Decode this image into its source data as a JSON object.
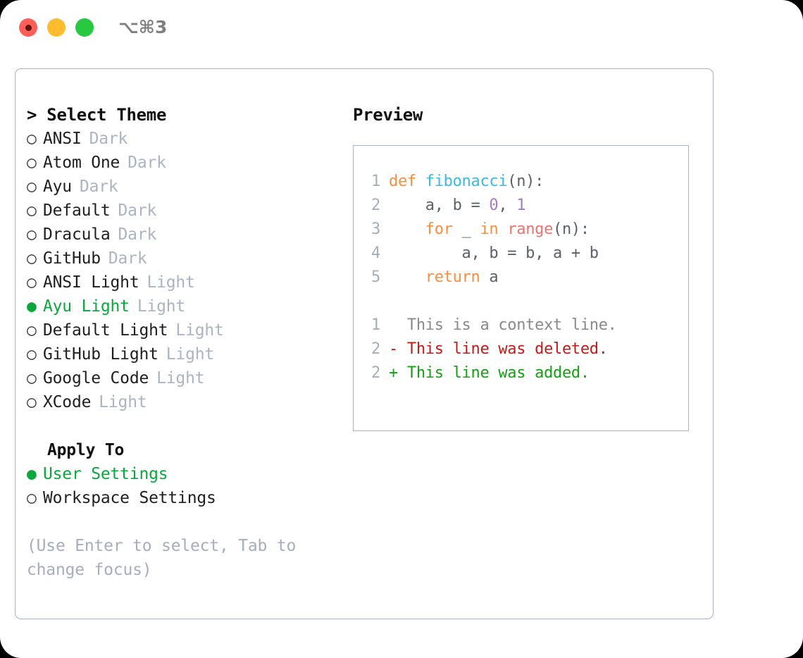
{
  "titlebar": {
    "shortcut": "⌥⌘3",
    "buttons": [
      {
        "name": "close",
        "color": "#ff5f57"
      },
      {
        "name": "minimize",
        "color": "#febc2e"
      },
      {
        "name": "maximize",
        "color": "#28c840"
      }
    ]
  },
  "left": {
    "title": "> Select Theme",
    "themes": [
      {
        "marker": "○",
        "name": "ANSI",
        "tag": "Dark",
        "selected": false
      },
      {
        "marker": "○",
        "name": "Atom One",
        "tag": "Dark",
        "selected": false
      },
      {
        "marker": "○",
        "name": "Ayu",
        "tag": "Dark",
        "selected": false
      },
      {
        "marker": "○",
        "name": "Default",
        "tag": "Dark",
        "selected": false
      },
      {
        "marker": "○",
        "name": "Dracula",
        "tag": "Dark",
        "selected": false
      },
      {
        "marker": "○",
        "name": "GitHub",
        "tag": "Dark",
        "selected": false
      },
      {
        "marker": "○",
        "name": "ANSI Light",
        "tag": "Light",
        "selected": false
      },
      {
        "marker": "●",
        "name": "Ayu Light",
        "tag": "Light",
        "selected": true
      },
      {
        "marker": "○",
        "name": "Default Light",
        "tag": "Light",
        "selected": false
      },
      {
        "marker": "○",
        "name": "GitHub Light",
        "tag": "Light",
        "selected": false
      },
      {
        "marker": "○",
        "name": "Google Code",
        "tag": "Light",
        "selected": false
      },
      {
        "marker": "○",
        "name": "XCode",
        "tag": "Light",
        "selected": false
      }
    ],
    "apply_title": "Apply To",
    "apply_options": [
      {
        "marker": "●",
        "name": "User Settings",
        "selected": true
      },
      {
        "marker": "○",
        "name": "Workspace Settings",
        "selected": false
      }
    ],
    "hint": "(Use Enter to select, Tab to change focus)"
  },
  "right": {
    "title": "Preview",
    "code_lines": [
      {
        "no": "1",
        "tokens": [
          {
            "t": "def ",
            "c": "kw"
          },
          {
            "t": "fibonacci",
            "c": "fn"
          },
          {
            "t": "(n):",
            "c": "punct"
          }
        ]
      },
      {
        "no": "2",
        "tokens": [
          {
            "t": "    a, b = ",
            "c": "id"
          },
          {
            "t": "0",
            "c": "num"
          },
          {
            "t": ", ",
            "c": "punct"
          },
          {
            "t": "1",
            "c": "num"
          }
        ]
      },
      {
        "no": "3",
        "tokens": [
          {
            "t": "    ",
            "c": "id"
          },
          {
            "t": "for",
            "c": "kw"
          },
          {
            "t": " _ ",
            "c": "id"
          },
          {
            "t": "in",
            "c": "kw"
          },
          {
            "t": " ",
            "c": "id"
          },
          {
            "t": "range",
            "c": "call"
          },
          {
            "t": "(n):",
            "c": "punct"
          }
        ]
      },
      {
        "no": "4",
        "tokens": [
          {
            "t": "        a, b = b, a + b",
            "c": "id"
          }
        ]
      },
      {
        "no": "5",
        "tokens": [
          {
            "t": "    ",
            "c": "id"
          },
          {
            "t": "return",
            "c": "kw"
          },
          {
            "t": " a",
            "c": "id"
          }
        ]
      }
    ],
    "diff_lines": [
      {
        "no": "1",
        "sign": "  ",
        "text": "This is a context line.",
        "kind": "diff-ctx"
      },
      {
        "no": "2",
        "sign": "- ",
        "text": "This line was deleted.",
        "kind": "diff-del"
      },
      {
        "no": "2",
        "sign": "+ ",
        "text": "This line was added.",
        "kind": "diff-add"
      }
    ]
  },
  "colors": {
    "accent_green": "#0aa83c",
    "muted": "#aab4c2",
    "border": "#a8b2c1",
    "keyword": "#fa8d3e",
    "function": "#39bae6",
    "number": "#a37acc",
    "builtin": "#f07171",
    "diff_add": "#12a112",
    "diff_del": "#c41a16"
  }
}
